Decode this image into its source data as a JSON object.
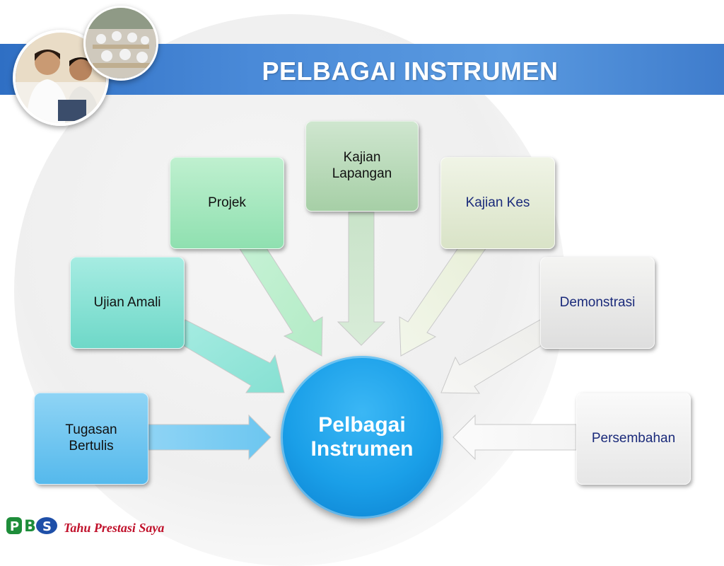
{
  "header": {
    "title": "PELBAGAI INSTRUMEN"
  },
  "diagram": {
    "center": "Pelbagai Instrumen",
    "nodes": [
      "Tugasan Bertulis",
      "Ujian Amali",
      "Projek",
      "Kajian Lapangan",
      "Kajian Kes",
      "Demonstrasi",
      "Persembahan"
    ]
  },
  "footer": {
    "logo": "PBS",
    "tagline": "Tahu Prestasi Saya"
  },
  "colors": {
    "title_band": "#4a8ad8",
    "center": "#1a9fe8",
    "tagline": "#c0102a"
  }
}
